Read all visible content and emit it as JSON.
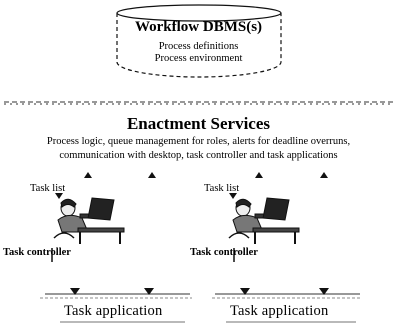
{
  "database": {
    "title": "Workflow DBMS(s)",
    "lines": [
      "Process definitions",
      "Process environment"
    ]
  },
  "enactment": {
    "title": "Enactment Services",
    "description": [
      "Process logic, queue management for roles, alerts for deadline overruns,",
      "communication with desktop, task controller and task applications"
    ]
  },
  "workstations": [
    {
      "task_list": "Task list",
      "task_controller": "Task controller",
      "application": "Task application"
    },
    {
      "task_list": "Task list",
      "task_controller": "Task controller",
      "application": "Task application"
    }
  ]
}
